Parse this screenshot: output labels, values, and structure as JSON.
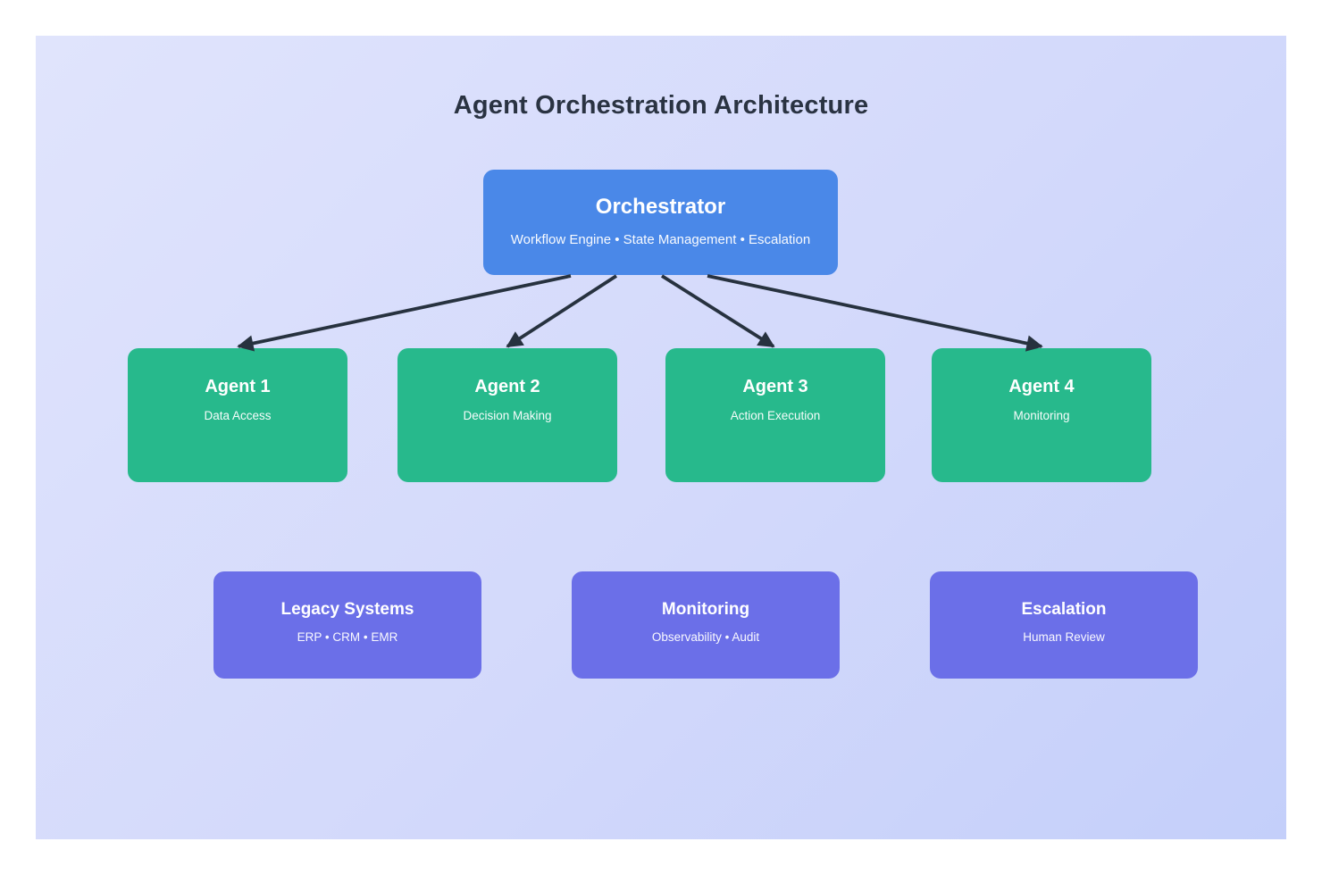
{
  "diagram": {
    "title": "Agent Orchestration Architecture",
    "colors": {
      "canvas_gradient_start": "#e0e4fc",
      "canvas_gradient_end": "#c4cffa",
      "orchestrator_fill": "#4a88e8",
      "agent_fill": "#27b98c",
      "support_fill": "#6b6fe8",
      "arrow": "#27323f",
      "title_text": "#2a3342",
      "node_text": "#ffffff"
    },
    "orchestrator": {
      "title": "Orchestrator",
      "subtitle": "Workflow Engine • State Management • Escalation"
    },
    "agents": [
      {
        "title": "Agent 1",
        "subtitle": "Data Access"
      },
      {
        "title": "Agent 2",
        "subtitle": "Decision Making"
      },
      {
        "title": "Agent 3",
        "subtitle": "Action Execution"
      },
      {
        "title": "Agent 4",
        "subtitle": "Monitoring"
      }
    ],
    "support_systems": [
      {
        "title": "Legacy Systems",
        "subtitle": "ERP • CRM • EMR"
      },
      {
        "title": "Monitoring",
        "subtitle": "Observability • Audit"
      },
      {
        "title": "Escalation",
        "subtitle": "Human Review"
      }
    ]
  }
}
